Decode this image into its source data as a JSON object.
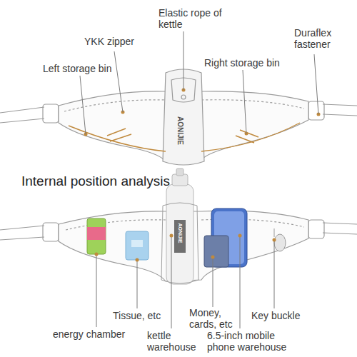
{
  "diagram": {
    "title": "Internal position analysis",
    "labels": [
      "Elastic rope of kettle",
      "YKK zipper",
      "Duraflex fastener",
      "Left storage bin",
      "Right storage bin",
      "AONIJIE",
      "Tissue, etc",
      "Money, cards, etc",
      "Key buckle",
      "energy chamber",
      "kettle warehouse",
      "6.5-inch mobile phone warehouse",
      "AONIJIE"
    ]
  }
}
